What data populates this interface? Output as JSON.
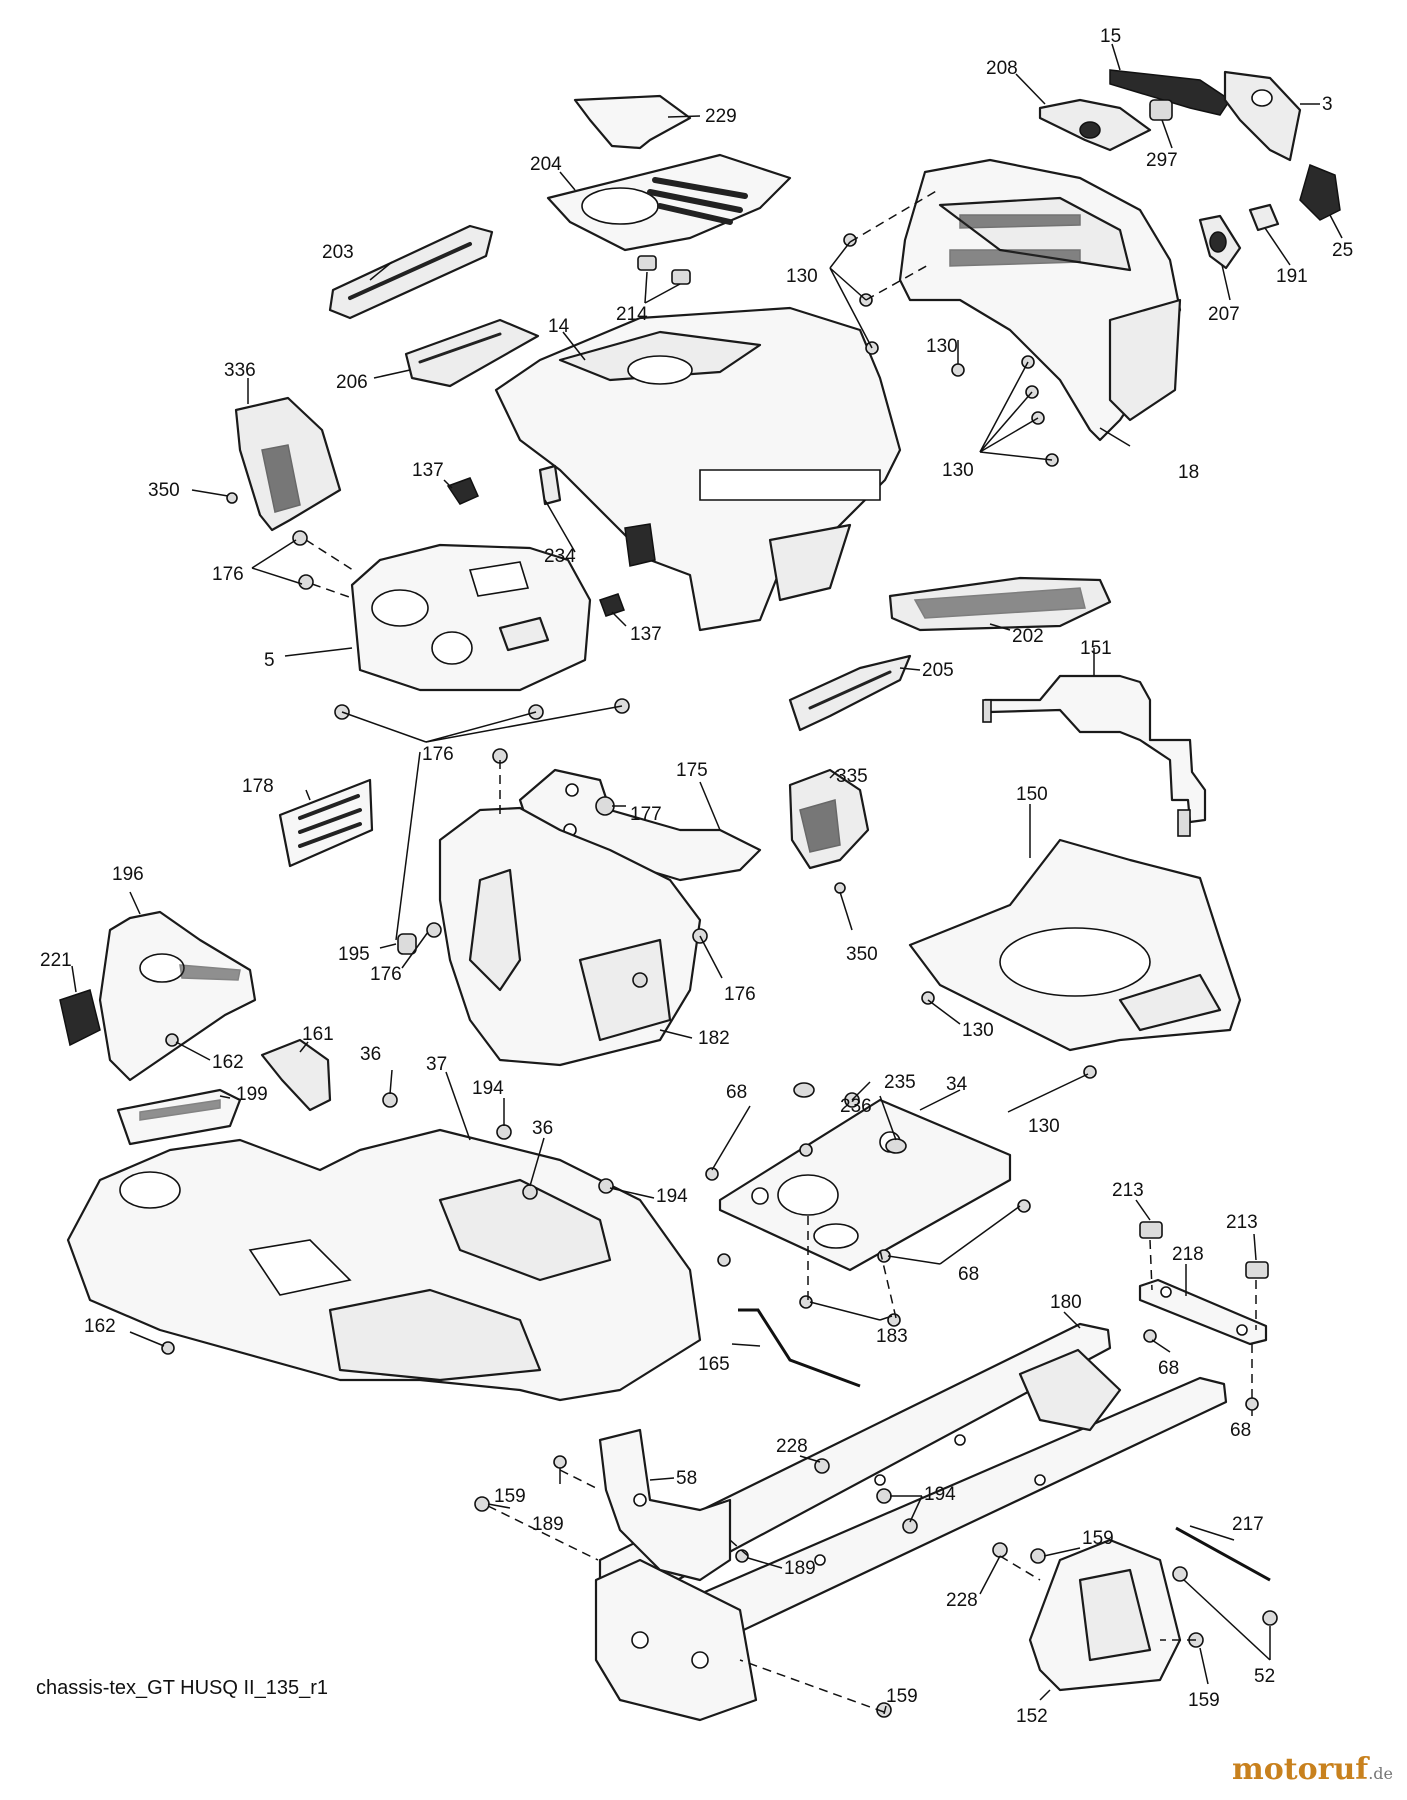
{
  "diagram": {
    "footer_code": "chassis-tex_GT HUSQ II_135_r1",
    "watermark": {
      "name": "motoruf",
      "tld": ".de",
      "color": "#c8811e"
    },
    "labels": {
      "p15": "15",
      "p208": "208",
      "p3": "3",
      "p229": "229",
      "p297": "297",
      "p204": "204",
      "p25": "25",
      "p191": "191",
      "p207": "207",
      "p130a": "130",
      "p130b": "130",
      "p130c": "130",
      "p203": "203",
      "p214": "214",
      "p14": "14",
      "p206": "206",
      "p336": "336",
      "p350a": "350",
      "p137a": "137",
      "p18": "18",
      "p234": "234",
      "p176a": "176",
      "p137b": "137",
      "p202": "202",
      "p5": "5",
      "p205": "205",
      "p151": "151",
      "p176b": "176",
      "p175": "175",
      "p335": "335",
      "p178": "178",
      "p177": "177",
      "p150": "150",
      "p196": "196",
      "p195": "195",
      "p350b": "350",
      "p221": "221",
      "p176c": "176",
      "p176d": "176",
      "p130d": "130",
      "p182": "182",
      "p162a": "162",
      "p161": "161",
      "p36a": "36",
      "p37": "37",
      "p194a": "194",
      "p199": "199",
      "p68a": "68",
      "p235": "235",
      "p34": "34",
      "p236": "236",
      "p36b": "36",
      "p130e": "130",
      "p194b": "194",
      "p213a": "213",
      "p213b": "213",
      "p68b": "68",
      "p218": "218",
      "p162b": "162",
      "p183": "183",
      "p180": "180",
      "p165": "165",
      "p68c": "68",
      "p68d": "68",
      "p228a": "228",
      "p58": "58",
      "p159a": "159",
      "p194c": "194",
      "p189a": "189",
      "p217": "217",
      "p189b": "189",
      "p159b": "159",
      "p228b": "228",
      "p52": "52",
      "p159c": "159",
      "p152": "152",
      "p159d": "159"
    }
  }
}
